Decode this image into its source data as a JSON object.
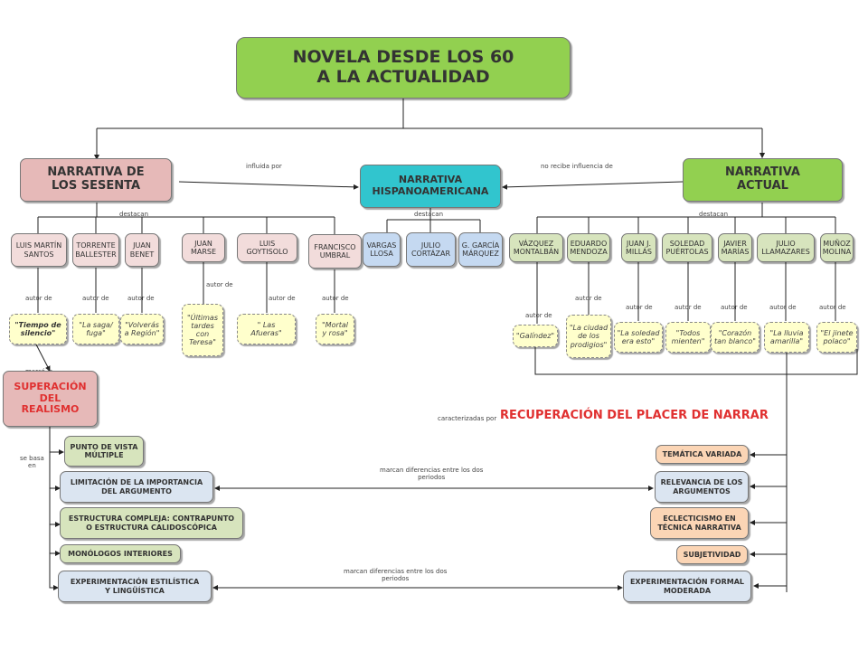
{
  "title": "NOVELA DESDE LOS 60\nA LA ACTUALIDAD",
  "branches": {
    "sixties": "NARRATIVA DE\nLOS SESENTA",
    "hispano": "NARRATIVA\nHISPANOAMERICANA",
    "actual": "NARRATIVA\nACTUAL"
  },
  "links": {
    "influida_por": "influida por",
    "no_recibe": "no recibe influencia de",
    "destacan": "destacan",
    "autor_de": "autor de",
    "marco_la": "marcó la",
    "se_basa_en": "se basa\nen",
    "caracterizadas_por": "caracterizadas por",
    "marcan_diferencias": "marcan diferencias entre los dos\nperiodos"
  },
  "sixties_authors": [
    {
      "name": "LUIS MARTÍN\nSANTOS",
      "work": "\"Tiempo de\nsilencio\""
    },
    {
      "name": "TORRENTE\nBALLESTER",
      "work": "\"La saga/\nfuga\""
    },
    {
      "name": "JUAN\nBENET",
      "work": "\"Volverás\na Región\""
    },
    {
      "name": "JUAN\nMARSE",
      "work": "\"Últimas\ntardes\ncon\nTeresa\""
    },
    {
      "name": "LUIS\nGOYTISOLO",
      "work": "\" Las\nAfueras\""
    },
    {
      "name": "FRANCISCO\nUMBRAL",
      "work": "\"Mortal\ny rosa\""
    }
  ],
  "hispano_authors": [
    "VARGAS\nLLOSA",
    "JULIO\nCORTÁZAR",
    "G. GARCÍA\nMÁRQUEZ"
  ],
  "actual_authors": [
    {
      "name": "VÁZQUEZ\nMONTALBÁN",
      "work": "\"Galíndez\""
    },
    {
      "name": "EDUARDO\nMENDOZA",
      "work": "\"La ciudad\nde los\nprodigios\""
    },
    {
      "name": "JUAN J.\nMILLÁS",
      "work": "\"La soledad\nera esto\""
    },
    {
      "name": "SOLEDAD\nPUÉRTOLAS",
      "work": "\"Todos\nmienten\""
    },
    {
      "name": "JAVIER\nMARÍAS",
      "work": "\"Corazón\ntan blanco\""
    },
    {
      "name": "JULIO\nLLAMAZARES",
      "work": "\"La lluvia\namarilla\""
    },
    {
      "name": "MUÑOZ\nMOLINA",
      "work": "\"El jinete\npolaco\""
    }
  ],
  "superacion": "SUPERACIÓN\nDEL\nREALISMO",
  "recuperacion": "RECUPERACIÓN DEL PLACER DE NARRAR",
  "sixties_features": [
    "PUNTO DE VISTA\nMÚLTIPLE",
    "LIMITACIÓN DE LA IMPORTANCIA\nDEL ARGUMENTO",
    "ESTRUCTURA COMPLEJA: CONTRAPUNTO\nO ESTRUCTURA CALIDOSCÓPICA",
    "MONÓLOGOS INTERIORES",
    "EXPERIMENTACIÓN ESTILÍSTICA\nY LINGÜÍSTICA"
  ],
  "actual_features": [
    "TEMÁTICA VARIADA",
    "RELEVANCIA DE LOS\nARGUMENTOS",
    "ECLECTICISMO EN\nTÉCNICA NARRATIVA",
    "SUBJETIVIDAD",
    "EXPERIMENTACIÓN FORMAL\nMODERADA"
  ],
  "colors": {
    "title_green": "#92d050",
    "sixties_pink": "#e6b9b8",
    "hispano_teal": "#31c5ce",
    "superacion_red": "#e03030",
    "recuperacion_red": "#e03030",
    "work_yellow": "#ffffcc"
  }
}
